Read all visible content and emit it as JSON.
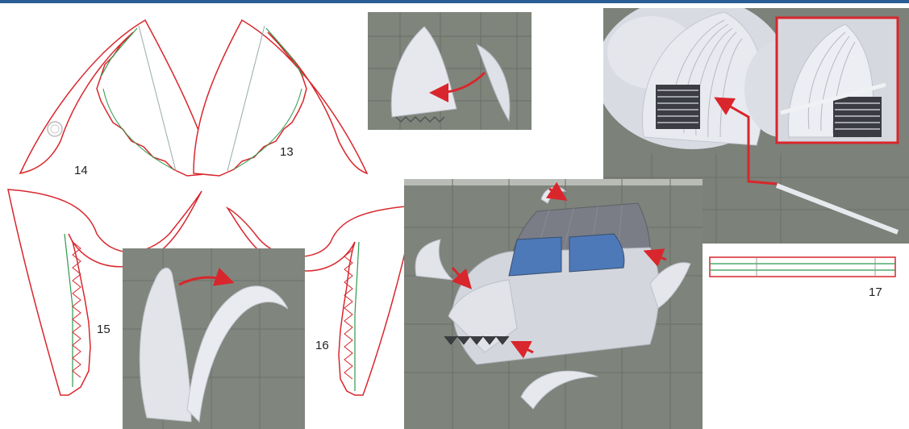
{
  "part_labels": {
    "p13": "13",
    "p14": "14",
    "p15": "15",
    "p16": "16",
    "p17": "17"
  },
  "colors": {
    "cut_line": "#d9262c",
    "fold_line": "#2e9a4e",
    "arrow": "#d9262c",
    "header_bar": "#2a5d95",
    "mat_green": "#8a8f86",
    "paper": "#e6e8ee"
  },
  "photos": [
    {
      "name": "photo-top-fender-curl",
      "caption": ""
    },
    {
      "name": "photo-front-grille",
      "caption": ""
    },
    {
      "name": "photo-fender-bend",
      "caption": ""
    },
    {
      "name": "photo-car-body-fenders",
      "caption": ""
    }
  ]
}
